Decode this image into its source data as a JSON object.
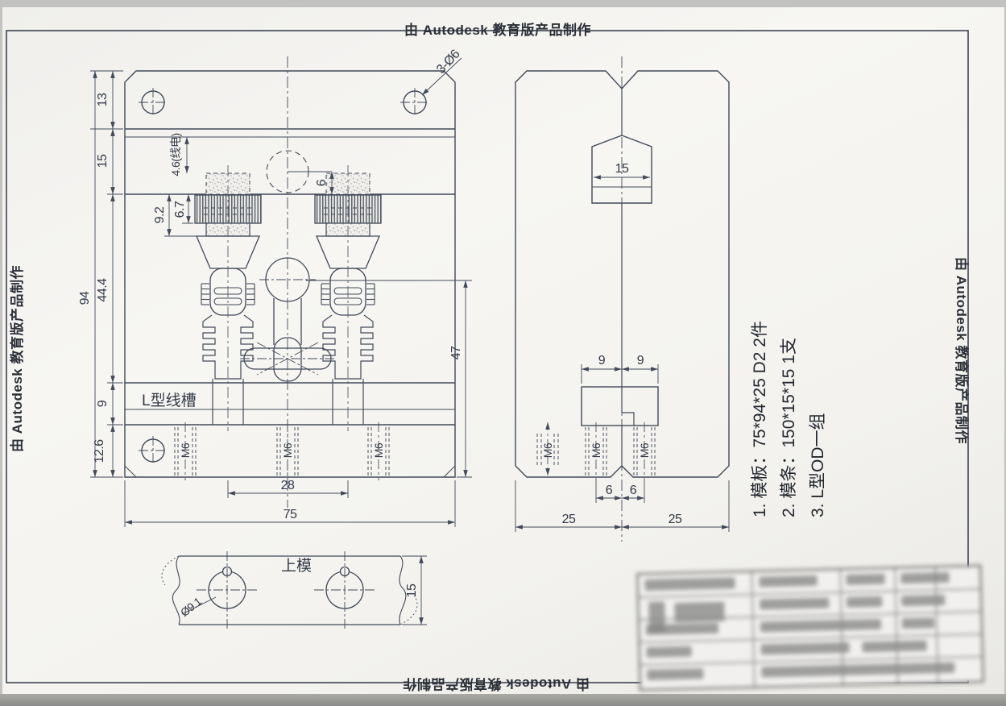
{
  "watermark": {
    "text": "由 Autodesk 教育版产品制作"
  },
  "front_view": {
    "plate_label": "L型线槽",
    "thread": "M6",
    "dims": {
      "top_margin": "13",
      "second_band": "15",
      "height": "94",
      "cavity_height": "44.4",
      "channel_band": "9",
      "base_band": "12.6",
      "knurl_outer": "9.2",
      "knurl": "6.7",
      "wire": "4.6(线电)",
      "gate": "6",
      "right_height": "47",
      "cavity_pitch": "28",
      "width": "75",
      "holes": "3-Ø6"
    }
  },
  "side_view": {
    "thread": "M6",
    "dims": {
      "insert_width": "15",
      "step_left": "9",
      "step_right": "9",
      "hole_left": "6",
      "hole_right": "6",
      "half_left": "25",
      "half_right": "25"
    }
  },
  "bottom_view": {
    "label": "上模",
    "hole_dia": "Ø9.1",
    "thickness": "15"
  },
  "notes": {
    "line1": "1. 模板：75*94*25  D2 2件",
    "line2": "2. 模条：150*15*15   1支",
    "line3": "3. L型OD一组"
  },
  "title_block": {
    "redacted": true
  }
}
